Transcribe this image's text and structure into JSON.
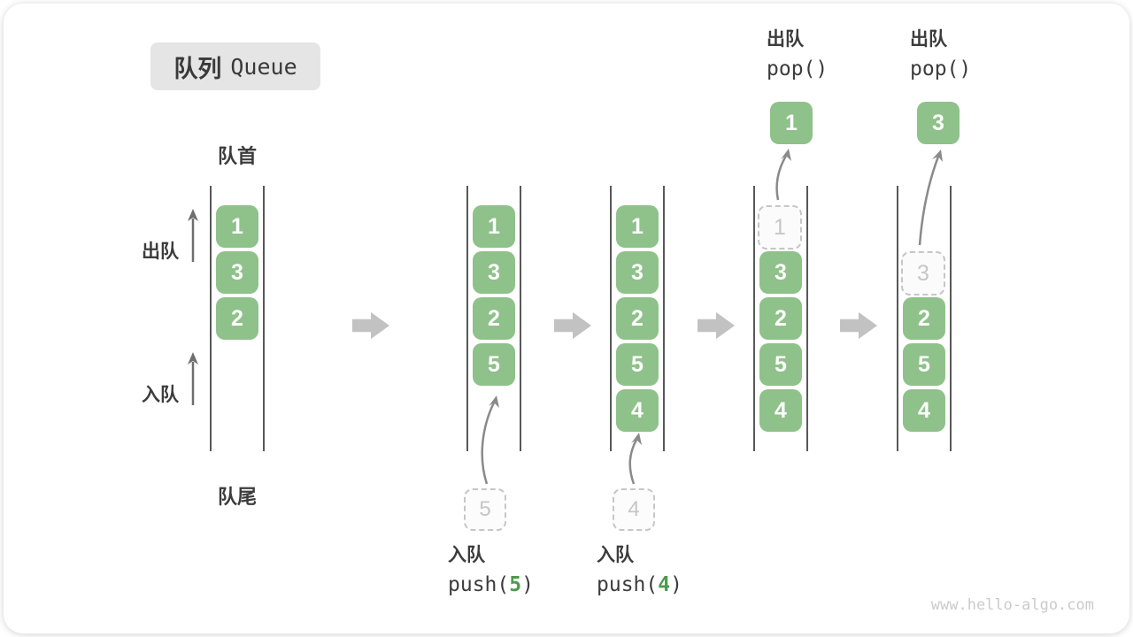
{
  "title": {
    "zh": "队列",
    "en": "Queue"
  },
  "labels": {
    "front": "队首",
    "rear": "队尾",
    "dequeue": "出队",
    "enqueue": "入队"
  },
  "operations": {
    "pop_state4": {
      "label": "出队",
      "code": "pop()"
    },
    "pop_state5": {
      "label": "出队",
      "code": "pop()"
    },
    "push_state2": {
      "label": "入队",
      "code_open": "push(",
      "arg": "5",
      "code_close": ")"
    },
    "push_state3": {
      "label": "入队",
      "code_open": "push(",
      "arg": "4",
      "code_close": ")"
    }
  },
  "states": [
    {
      "blocks": [
        "1",
        "3",
        "2"
      ]
    },
    {
      "blocks": [
        "1",
        "3",
        "2",
        "5"
      ],
      "incoming": "5"
    },
    {
      "blocks": [
        "1",
        "3",
        "2",
        "5",
        "4"
      ],
      "incoming": "4"
    },
    {
      "blocks": [
        "3",
        "2",
        "5",
        "4"
      ],
      "removed": "1",
      "popped": "1"
    },
    {
      "blocks": [
        "2",
        "5",
        "4"
      ],
      "removed": "3",
      "popped": "3"
    }
  ],
  "colors": {
    "block_green": "#8fc18a",
    "arg_green": "#4d9b4d",
    "badge_bg": "#e5e5e5",
    "text_dark": "#3c3c3c",
    "transition_arrow_gray": "#c2c2c2",
    "dashed_gray": "#c6c6c6",
    "wall_gray": "#585858"
  },
  "watermark": "www.hello-algo.com"
}
